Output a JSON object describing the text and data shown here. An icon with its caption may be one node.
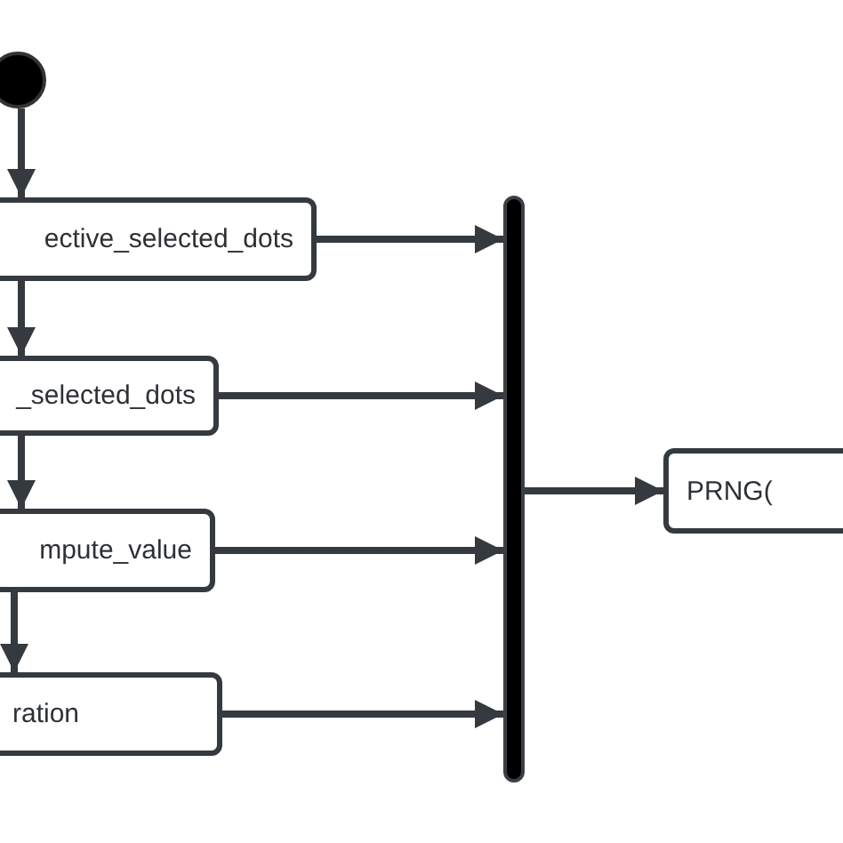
{
  "diagram": {
    "nodes": [
      {
        "text": [],
        "shape": "circle"
      },
      {
        "text": [
          "ective_selected_dots"
        ]
      },
      {
        "text": [
          "_selected_dots"
        ]
      },
      {
        "text": [
          "mpute_value"
        ]
      },
      {
        "text": [
          "ration"
        ]
      },
      {
        "text": [],
        "shape": "bar"
      },
      {
        "text": [
          "PRNG("
        ]
      }
    ],
    "edges": [
      {
        "from": 0,
        "to": 1,
        "arrow": "to"
      },
      {
        "from": 1,
        "to": 2,
        "arrow": "to"
      },
      {
        "from": 2,
        "to": 3,
        "arrow": "to"
      },
      {
        "from": 3,
        "to": 4,
        "arrow": "to"
      },
      {
        "from": 1,
        "to": 5,
        "arrow": "to"
      },
      {
        "from": 2,
        "to": 5,
        "arrow": "to"
      },
      {
        "from": 3,
        "to": 5,
        "arrow": "to"
      },
      {
        "from": 4,
        "to": 5,
        "arrow": "to"
      },
      {
        "from": 5,
        "to": 6,
        "arrow": "to"
      }
    ]
  }
}
